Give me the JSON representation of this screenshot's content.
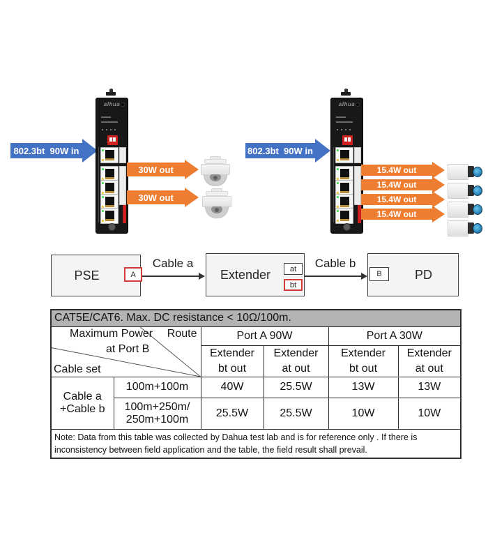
{
  "colors": {
    "power_in_arrow": "#4472C4",
    "power_out_arrow": "#ED7D31",
    "table_title_bg": "#B3B3B3",
    "red_accent": "#D43C3C",
    "box_fill": "#F4F4F4"
  },
  "left_scene": {
    "device_logo": "alhua",
    "power_in_label": "802.3bt  90W in",
    "outputs": [
      "30W out",
      "30W out"
    ]
  },
  "right_scene": {
    "device_logo": "alhua",
    "power_in_label": "802.3bt  90W in",
    "outputs": [
      "15.4W out",
      "15.4W out",
      "15.4W out",
      "15.4W out"
    ]
  },
  "block_diagram": {
    "pse_label": "PSE",
    "pse_port_label": "A",
    "cable_a_label": "Cable a",
    "extender_label": "Extender",
    "extender_port_top_label": "at",
    "extender_port_bottom_label": "bt",
    "cable_b_label": "Cable b",
    "pd_port_label": "B",
    "pd_label": "PD"
  },
  "power_table": {
    "title": "CAT5E/CAT6. Max. DC resistance < 10Ω/100m.",
    "corner": {
      "top_left": "Maximum Power",
      "top_right": "Route",
      "middle": "at Port B",
      "bottom_left": "Cable set"
    },
    "group_headers": [
      "Port A 90W",
      "Port A 30W"
    ],
    "sub_headers": [
      "Extender\nbt out",
      "Extender\nat out",
      "Extender\nbt out",
      "Extender\nat out"
    ],
    "row_group_label": "Cable a\n+Cable b",
    "rows": [
      {
        "route": "100m+100m",
        "values": [
          "40W",
          "25.5W",
          "13W",
          "13W"
        ]
      },
      {
        "route": "100m+250m/\n250m+100m",
        "values": [
          "25.5W",
          "25.5W",
          "10W",
          "10W"
        ]
      }
    ],
    "note": "Note: Data from this table was collected by Dahua test lab and is for reference only . If there is\ninconsistency between field application and the table, the field result shall prevail."
  }
}
